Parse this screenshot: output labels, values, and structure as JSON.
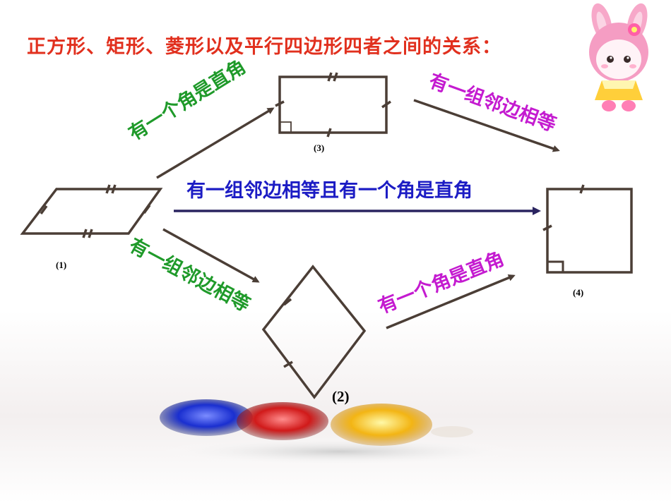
{
  "title": "正方形、矩形、菱形以及平行四边形四者之间的关系：",
  "colors": {
    "title": "#e1301e",
    "green": "#1f9a2a",
    "magenta": "#c41bd0",
    "blue": "#1c1cc4",
    "shape": "#4b3e36"
  },
  "labels": {
    "parallelogram_to_rectangle": "有一个角是直角",
    "rectangle_to_square": "有一组邻边相等",
    "parallelogram_to_square": "有一组邻边相等且有一个角是直角",
    "parallelogram_to_rhombus": "有一组邻边相等",
    "rhombus_to_square": "有一个角是直角"
  },
  "shape_numbers": {
    "parallelogram": "(1)",
    "rhombus": "(2)",
    "rectangle": "(3)",
    "square": "(4)"
  },
  "decorations": {
    "mascot": "pink-bunny-mascot",
    "ovals": [
      "blue-oval",
      "red-oval",
      "yellow-oval"
    ]
  }
}
